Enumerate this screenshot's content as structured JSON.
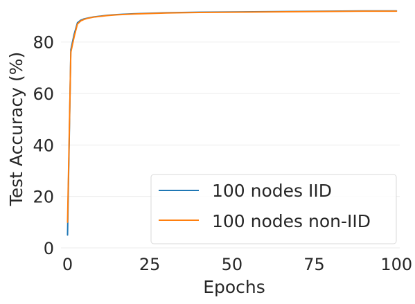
{
  "chart_data": {
    "type": "line",
    "title": "",
    "xlabel": "Epochs",
    "ylabel": "Test Accuracy (%)",
    "xlim": [
      -2,
      101
    ],
    "ylim": [
      0,
      95
    ],
    "xticks": [
      0,
      25,
      50,
      75,
      100
    ],
    "yticks": [
      0,
      20,
      40,
      60,
      80
    ],
    "grid": "horizontal",
    "legend_position": "lower-right",
    "series": [
      {
        "name": "100 nodes IID",
        "color": "#1f77b4",
        "x": [
          0,
          1,
          2,
          3,
          4,
          5,
          6,
          8,
          10,
          12,
          15,
          20,
          25,
          30,
          40,
          50,
          60,
          70,
          80,
          90,
          100
        ],
        "y": [
          5,
          77,
          83,
          87.5,
          88.5,
          89,
          89.3,
          89.8,
          90.1,
          90.4,
          90.7,
          91.0,
          91.2,
          91.4,
          91.6,
          91.7,
          91.8,
          91.9,
          92.0,
          92.1,
          92.1
        ]
      },
      {
        "name": "100 nodes non-IID",
        "color": "#ff7f0e",
        "x": [
          0,
          1,
          2,
          3,
          4,
          5,
          6,
          8,
          10,
          12,
          15,
          20,
          25,
          30,
          40,
          50,
          60,
          70,
          80,
          90,
          100
        ],
        "y": [
          10,
          76,
          82,
          87,
          88.2,
          88.8,
          89.2,
          89.7,
          90.0,
          90.3,
          90.6,
          90.9,
          91.1,
          91.3,
          91.5,
          91.6,
          91.7,
          91.8,
          91.9,
          92.0,
          92.0
        ]
      }
    ]
  }
}
